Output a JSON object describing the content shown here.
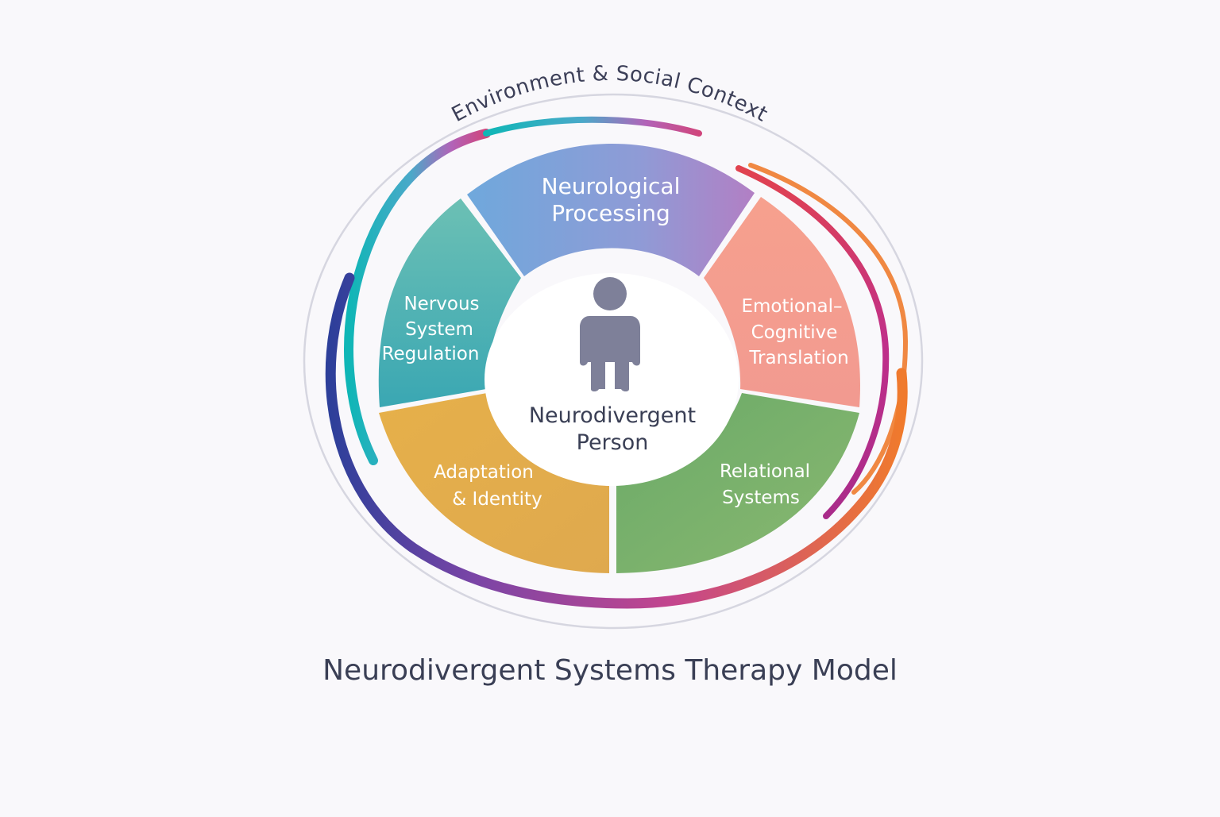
{
  "diagram": {
    "context_label": "Environment & Social Context",
    "center": {
      "icon": "person-icon",
      "line1": "Neurodivergent",
      "line2": "Person"
    },
    "segments": [
      {
        "id": "neurological-processing",
        "lines": [
          "Neurological",
          "Processing"
        ],
        "color": "#7f9fd8",
        "color2": "#ab86c6"
      },
      {
        "id": "emotional-cognitive-translation",
        "lines": [
          "Emotional–",
          "Cognitive",
          "Translation"
        ],
        "color": "#f7a08c"
      },
      {
        "id": "relational-systems",
        "lines": [
          "Relational",
          "Systems"
        ],
        "color": "#7aaf6a"
      },
      {
        "id": "adaptation-identity",
        "lines": [
          "Adaptation",
          "& Identity"
        ],
        "color": "#e3ac4c"
      },
      {
        "id": "nervous-system-regulation",
        "lines": [
          "Nervous",
          "System",
          "Regulation"
        ],
        "color": "#4fb1b1"
      }
    ],
    "ring_colors": {
      "teal": "#12b3b5",
      "blue": "#2a6fb0",
      "purple": "#8a3fa2",
      "magenta": "#c2358d",
      "orange": "#ee7b2e"
    }
  },
  "title": "Neurodivergent Systems Therapy Model"
}
